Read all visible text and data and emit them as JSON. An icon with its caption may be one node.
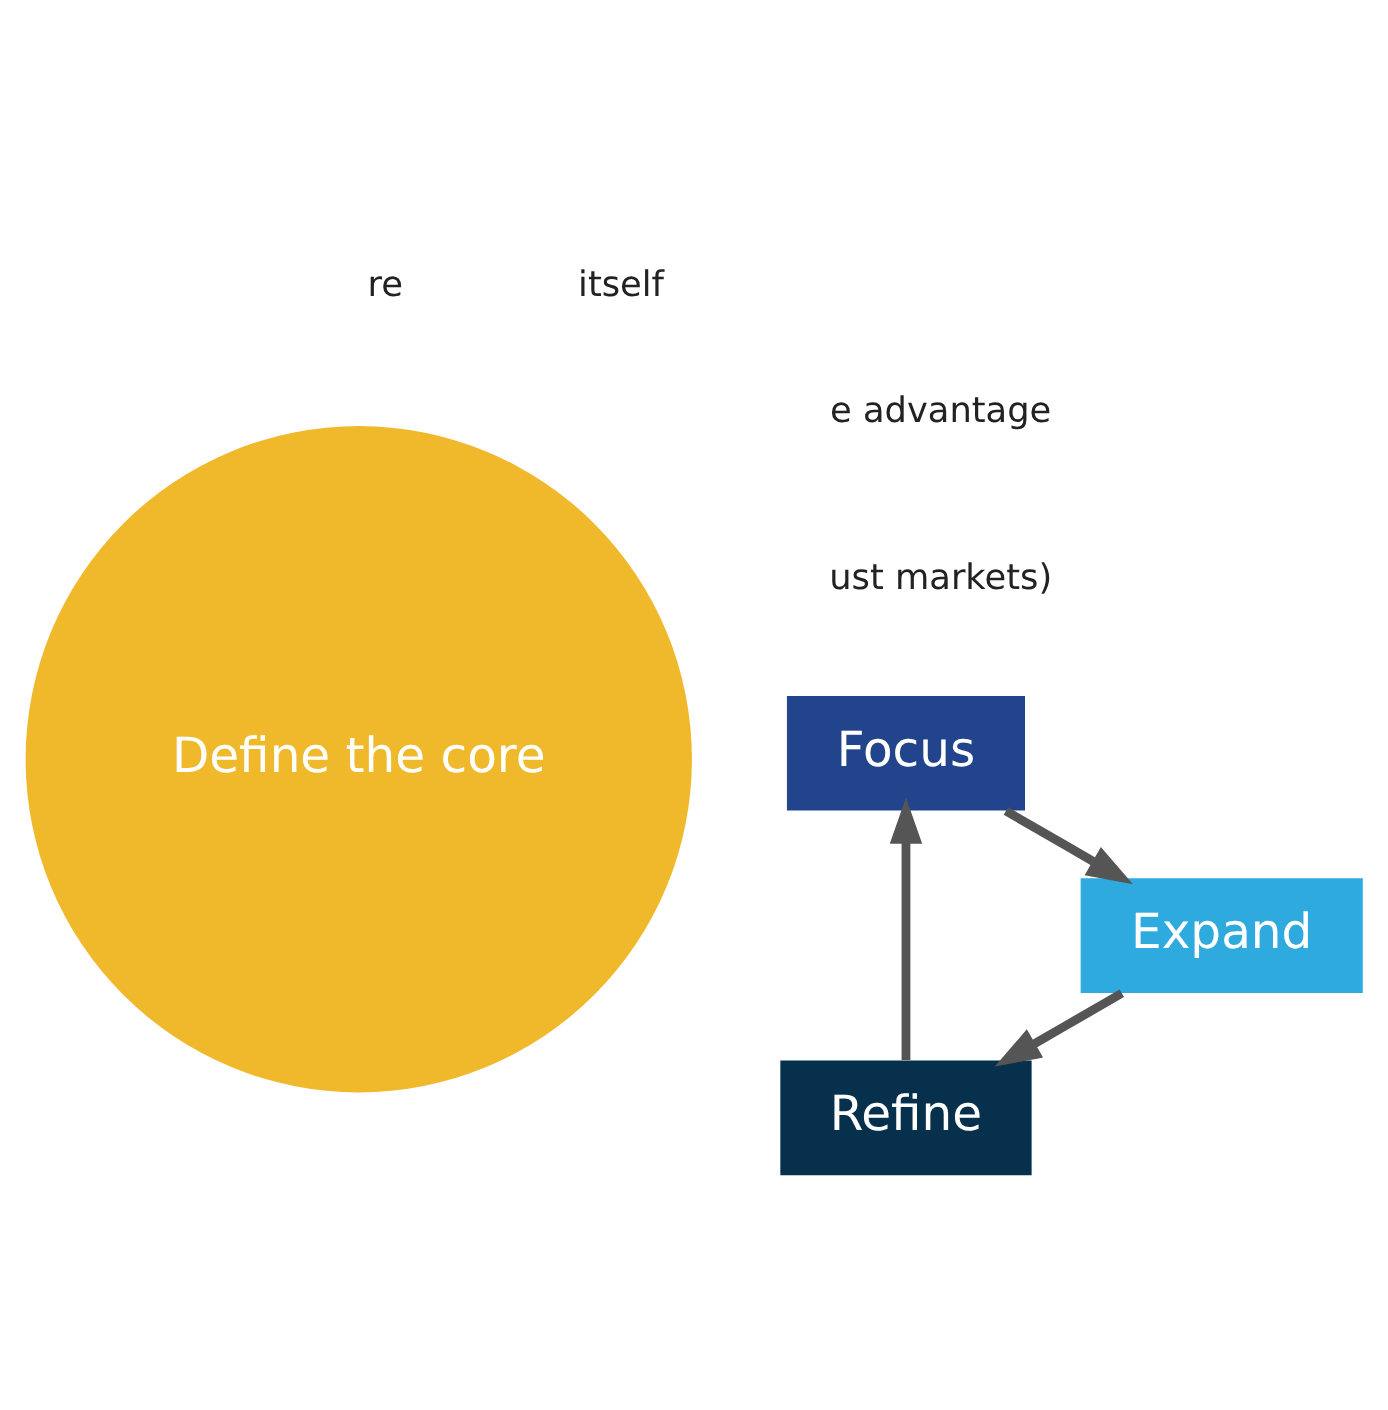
{
  "diagram": {
    "nodes": [
      {
        "text": [
          "Refine"
        ]
      },
      {
        "text": [
          "Focus"
        ]
      },
      {
        "text": [
          "Expand"
        ]
      },
      {
        "text": [
          "Define the core"
        ]
      }
    ],
    "edges": [
      {
        "from": 0,
        "to": 1,
        "arrow": "to"
      },
      {
        "from": 1,
        "to": 2,
        "arrow": "to"
      },
      {
        "from": 2,
        "to": 0,
        "arrow": "to"
      }
    ],
    "labels": [
      "ust markets)",
      "re",
      "itself",
      "e advantage"
    ]
  }
}
